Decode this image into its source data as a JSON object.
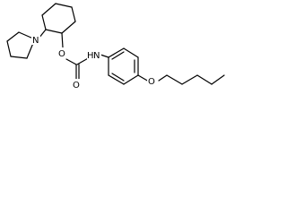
{
  "diagram": {
    "type": "skeletal-structure",
    "atoms": {
      "pyrrolidine_n": "N",
      "ester_o": "O",
      "carbonyl_o": "O",
      "amide_n": "N",
      "amide_h": "H",
      "ether_o": "O"
    },
    "colors": {
      "bond": "#000000",
      "label": "#000000",
      "background": "#ffffff"
    }
  }
}
